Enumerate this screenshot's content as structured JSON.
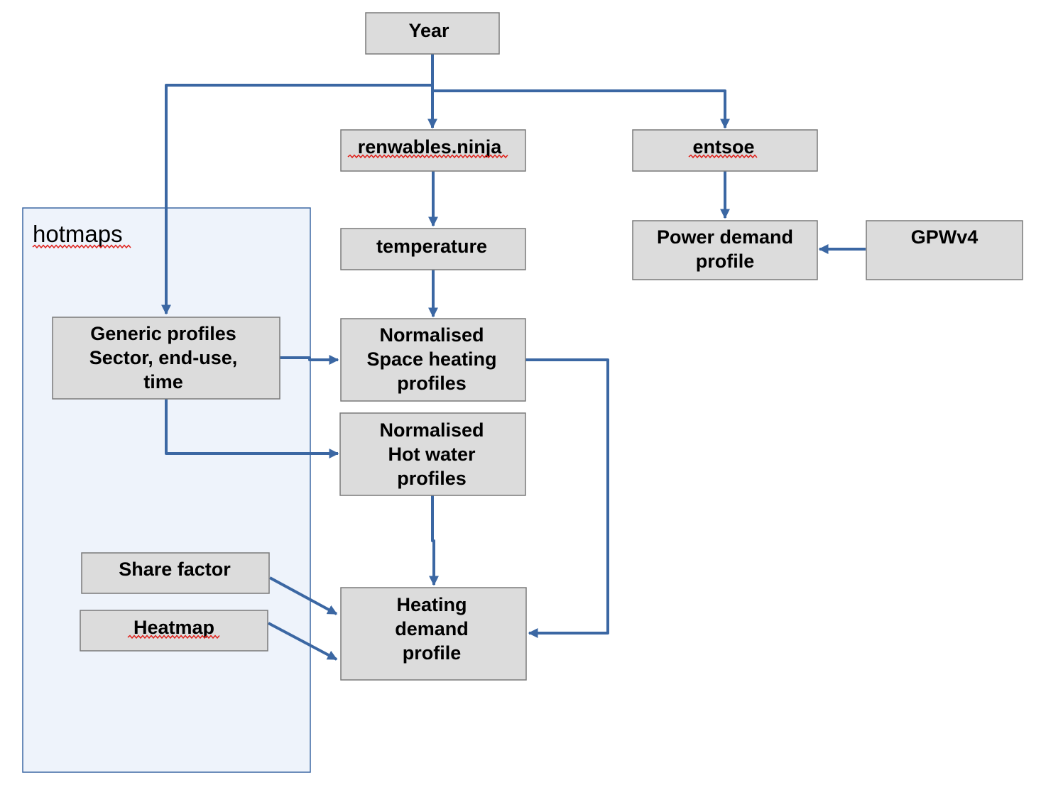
{
  "groups": {
    "hotmaps": {
      "label": "hotmaps"
    }
  },
  "nodes": {
    "year": {
      "lines": [
        "Year"
      ]
    },
    "renewables_ninja": {
      "lines": [
        "renwables.ninja"
      ]
    },
    "entsoe": {
      "lines": [
        "entsoe"
      ]
    },
    "temperature": {
      "lines": [
        "temperature"
      ]
    },
    "power_demand": {
      "lines": [
        "Power demand",
        "profile"
      ]
    },
    "gpwv4": {
      "lines": [
        "GPWv4"
      ]
    },
    "generic_profiles": {
      "lines": [
        "Generic profiles",
        "Sector, end-use,",
        "time"
      ]
    },
    "space_heating": {
      "lines": [
        "Normalised",
        "Space heating",
        "profiles"
      ]
    },
    "hot_water": {
      "lines": [
        "Normalised",
        "Hot water",
        "profiles"
      ]
    },
    "share_factor": {
      "lines": [
        "Share factor"
      ]
    },
    "heatmap": {
      "lines": [
        "Heatmap"
      ]
    },
    "heating_demand": {
      "lines": [
        "Heating",
        "demand",
        "profile"
      ]
    }
  },
  "colors": {
    "edge": "#3b67a3",
    "box_fill": "#dcdcdc",
    "box_border": "#7a7a7a",
    "group_fill": "#eef3fb",
    "group_border": "#3b67a3",
    "spellcheck": "#e0201a"
  }
}
